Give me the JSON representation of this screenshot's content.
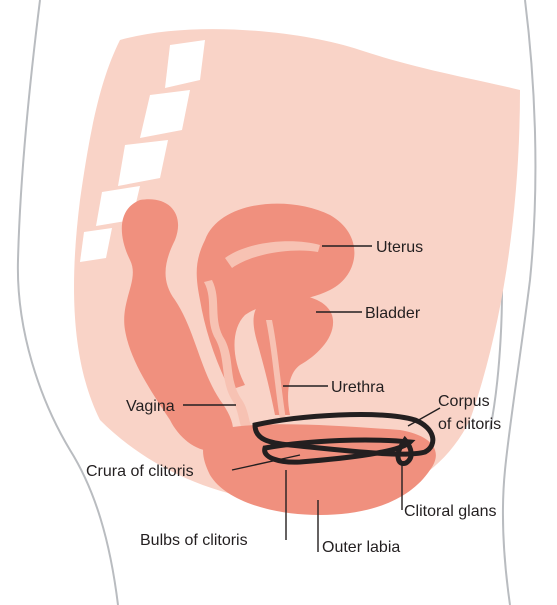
{
  "colors": {
    "pelvis": "#f9d3c7",
    "organ": "#f0907e",
    "organ_light": "#f7c2b3",
    "spine_gap": "#ffffff",
    "outline": "#231f20",
    "body_line": "#b9bcc0"
  },
  "labels": {
    "uterus": "Uterus",
    "bladder": "Bladder",
    "urethra": "Urethra",
    "vagina": "Vagina",
    "corpus_1": "Corpus",
    "corpus_2": "of clitoris",
    "crura": "Crura of clitoris",
    "glans": "Clitoral glans",
    "bulbs": "Bulbs of clitoris",
    "outer_labia": "Outer labia"
  }
}
